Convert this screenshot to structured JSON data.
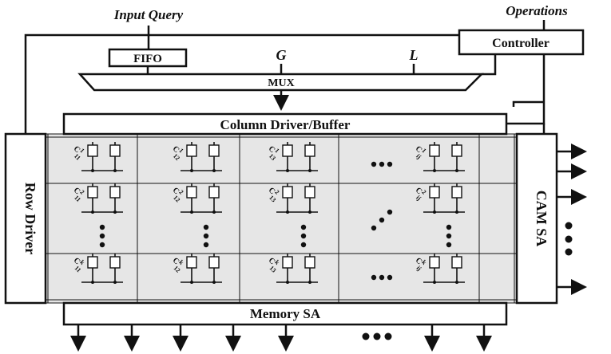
{
  "labels": {
    "input_query": "Input Query",
    "operations": "Operations",
    "controller": "Controller",
    "fifo": "FIFO",
    "g": "G",
    "l": "L",
    "mux": "MUX",
    "column_driver": "Column Driver/Buffer",
    "row_driver": "Row Driver",
    "cam_sa": "CAM SA",
    "memory_sa": "Memory SA"
  },
  "cell_rows": [
    {
      "c": "C",
      "sup": "1",
      "cols": [
        "11",
        "12",
        "13",
        "ij"
      ]
    },
    {
      "c": "C",
      "sup": "2",
      "cols": [
        "11",
        "12",
        "13",
        "ij"
      ]
    },
    {
      "c": "C",
      "sup": "k",
      "cols": [
        "11",
        "12",
        "13",
        "ij"
      ]
    }
  ],
  "colors": {
    "grid_fill": "#e6e6e6",
    "ink": "#111111",
    "box_fill": "#ffffff"
  }
}
